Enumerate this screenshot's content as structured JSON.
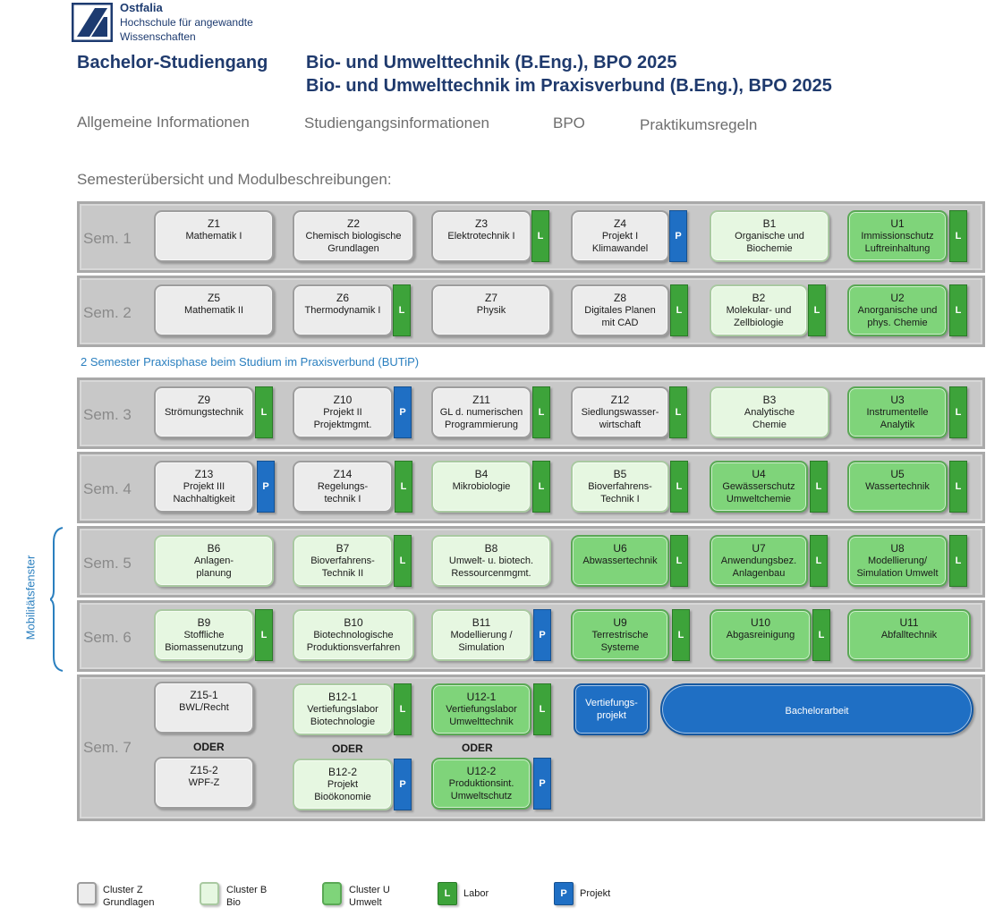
{
  "header": {
    "logo": {
      "brand": "Ostfalia",
      "line1": "Hochschule für angewandte",
      "line2": "Wissenschaften"
    },
    "degree_label": "Bachelor-Studiengang",
    "program_line1": "Bio- und Umwelttechnik (B.Eng.), BPO 2025",
    "program_line2": "Bio- und Umwelttechnik im Praxisverbund (B.Eng.), BPO 2025"
  },
  "nav": {
    "general": "Allgemeine Informationen",
    "program_info": "Studiengangsinformationen",
    "bpo": "BPO",
    "internship": "Praktikumsregeln"
  },
  "section_title": "Semesterübersicht und Modulbeschreibungen:",
  "praxis_note": "2 Semester Praxisphase beim Studium im Praxisverbund (BUTiP)",
  "mobility_label": "Mobilitätsfenster",
  "semesters": {
    "s1": "Sem. 1",
    "s2": "Sem. 2",
    "s3": "Sem. 3",
    "s4": "Sem. 4",
    "s5": "Sem. 5",
    "s6": "Sem. 6",
    "s7": "Sem. 7"
  },
  "tags": {
    "lab": "L",
    "project": "P"
  },
  "modules": {
    "Z1": {
      "code": "Z1",
      "name": "Mathematik I"
    },
    "Z2": {
      "code": "Z2",
      "name": "Chemisch biologische\nGrundlagen"
    },
    "Z3": {
      "code": "Z3",
      "name": "Elektrotechnik I"
    },
    "Z4": {
      "code": "Z4",
      "name": "Projekt I\nKlimawandel"
    },
    "B1": {
      "code": "B1",
      "name": "Organische und\nBiochemie"
    },
    "U1": {
      "code": "U1",
      "name": "Immissionschutz\nLuftreinhaltung"
    },
    "Z5": {
      "code": "Z5",
      "name": "Mathematik II"
    },
    "Z6": {
      "code": "Z6",
      "name": "Thermodynamik I"
    },
    "Z7": {
      "code": "Z7",
      "name": "Physik"
    },
    "Z8": {
      "code": "Z8",
      "name": "Digitales Planen\nmit CAD"
    },
    "B2": {
      "code": "B2",
      "name": "Molekular- und\nZellbiologie"
    },
    "U2": {
      "code": "U2",
      "name": "Anorganische und\nphys. Chemie"
    },
    "Z9": {
      "code": "Z9",
      "name": "Strömungstechnik"
    },
    "Z10": {
      "code": "Z10",
      "name": "Projekt II\nProjektmgmt."
    },
    "Z11": {
      "code": "Z11",
      "name": "GL d. numerischen\nProgrammierung"
    },
    "Z12": {
      "code": "Z12",
      "name": "Siedlungswasser-\nwirtschaft"
    },
    "B3": {
      "code": "B3",
      "name": "Analytische\nChemie"
    },
    "U3": {
      "code": "U3",
      "name": "Instrumentelle\nAnalytik"
    },
    "Z13": {
      "code": "Z13",
      "name": "Projekt III\nNachhaltigkeit"
    },
    "Z14": {
      "code": "Z14",
      "name": "Regelungs-\ntechnik I"
    },
    "B4": {
      "code": "B4",
      "name": "Mikrobiologie"
    },
    "B5": {
      "code": "B5",
      "name": "Bioverfahrens-\nTechnik I"
    },
    "U4": {
      "code": "U4",
      "name": "Gewässerschutz\nUmweltchemie"
    },
    "U5": {
      "code": "U5",
      "name": "Wassertechnik"
    },
    "B6": {
      "code": "B6",
      "name": "Anlagen-\nplanung"
    },
    "B7": {
      "code": "B7",
      "name": "Bioverfahrens-\nTechnik II"
    },
    "B8": {
      "code": "B8",
      "name": "Umwelt- u. biotech.\nRessourcenmgmt."
    },
    "U6": {
      "code": "U6",
      "name": "Abwassertechnik"
    },
    "U7": {
      "code": "U7",
      "name": "Anwendungsbez.\nAnlagenbau"
    },
    "U8": {
      "code": "U8",
      "name": "Modellierung/\nSimulation Umwelt"
    },
    "B9": {
      "code": "B9",
      "name": "Stoffliche\nBiomassenutzung"
    },
    "B10": {
      "code": "B10",
      "name": "Biotechnologische\nProduktionsverfahren"
    },
    "B11": {
      "code": "B11",
      "name": "Modellierung /\nSimulation"
    },
    "U9": {
      "code": "U9",
      "name": "Terrestrische\nSysteme"
    },
    "U10": {
      "code": "U10",
      "name": "Abgasreinigung"
    },
    "U11": {
      "code": "U11",
      "name": "Abfalltechnik"
    },
    "Z15_1": {
      "code": "Z15-1",
      "name": "BWL/Recht"
    },
    "Z15_2": {
      "code": "Z15-2",
      "name": "WPF-Z"
    },
    "B12_1": {
      "code": "B12-1",
      "name": "Vertiefungslabor\nBiotechnologie"
    },
    "B12_2": {
      "code": "B12-2",
      "name": "Projekt\nBioökonomie"
    },
    "U12_1": {
      "code": "U12-1",
      "name": "Vertiefungslabor\nUmwelttechnik"
    },
    "U12_2": {
      "code": "U12-2",
      "name": "Produktionsint.\nUmweltschutz"
    },
    "VP": {
      "name": "Vertiefungs-\nprojekt"
    },
    "BA": {
      "name": "Bachelorarbeit"
    }
  },
  "oder": "ODER",
  "legend": {
    "cluster_z": "Cluster Z\nGrundlagen",
    "cluster_b": "Cluster B\nBio",
    "cluster_u": "Cluster U\nUmwelt",
    "labor": "Labor",
    "projekt": "Projekt"
  },
  "colors": {
    "cluster_z": "#ececec",
    "cluster_b": "#e6f7e1",
    "cluster_u": "#7fd47a",
    "labor": "#3da33a",
    "projekt": "#1f6fc4",
    "heading": "#1f3a6d"
  }
}
